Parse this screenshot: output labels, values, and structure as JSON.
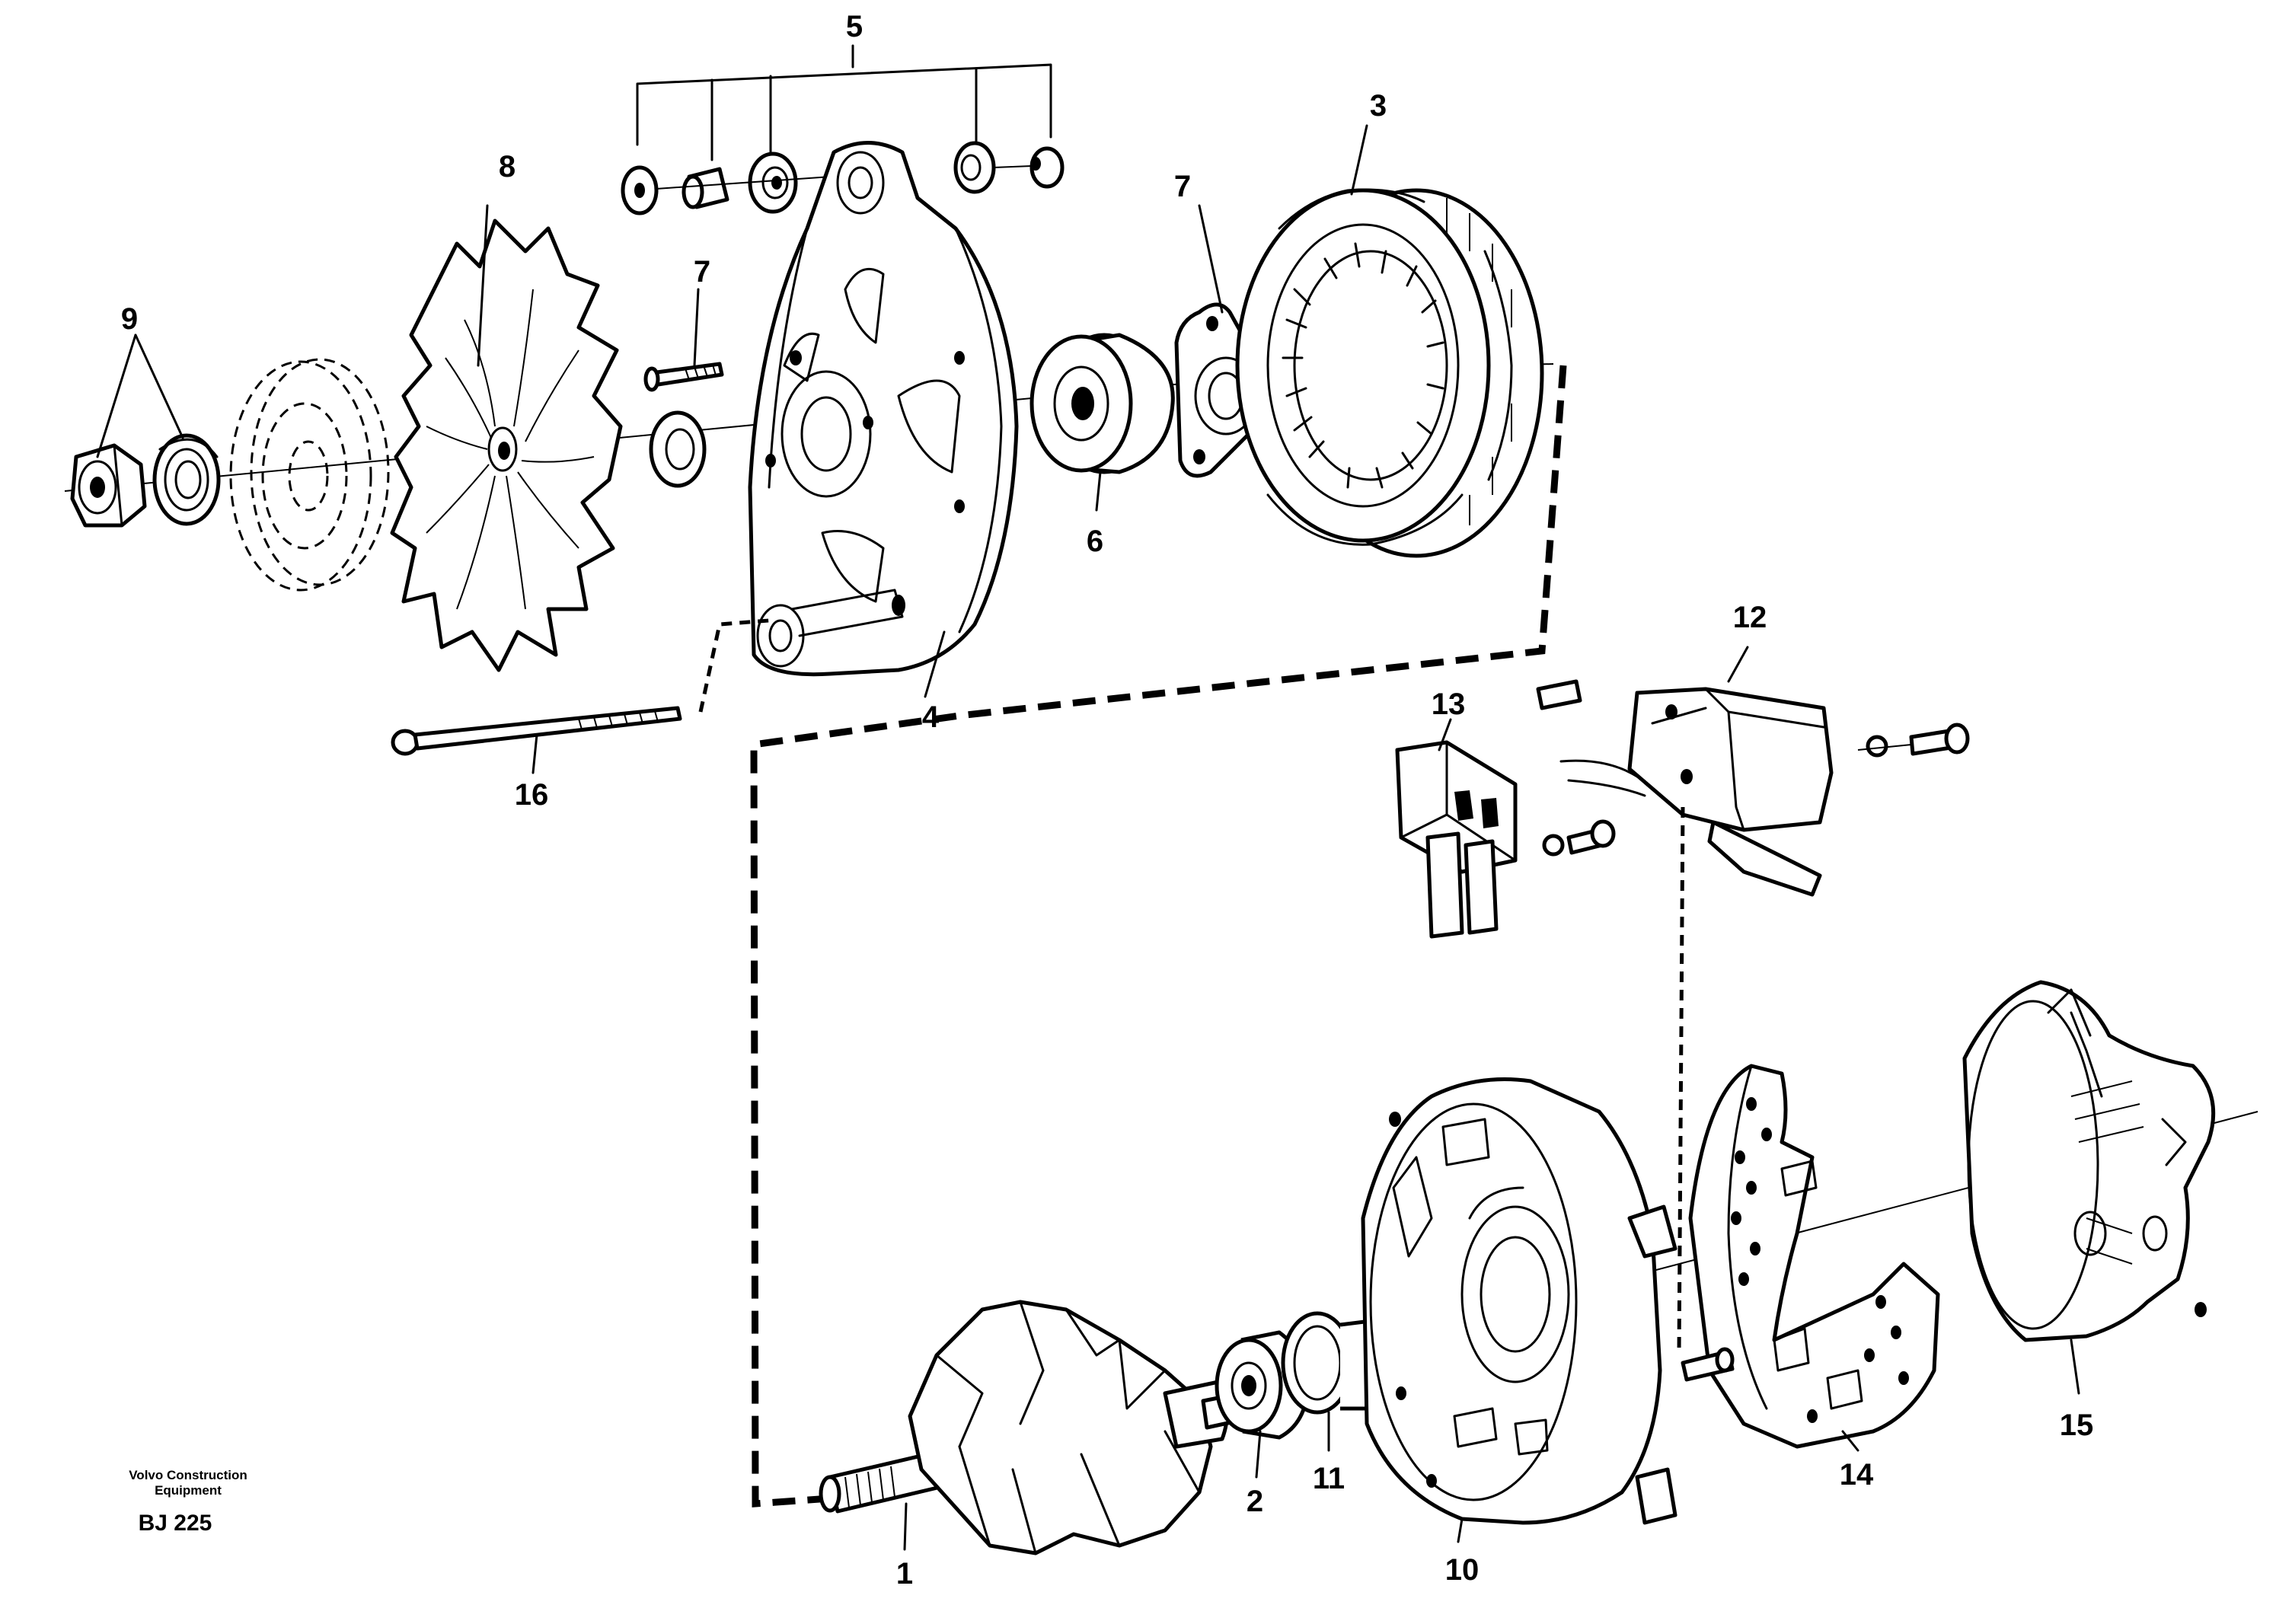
{
  "caption": {
    "company_line1": "Volvo Construction",
    "company_line2": "Equipment",
    "drawing_id": "BJ 225"
  },
  "callouts": {
    "c1": "1",
    "c2": "2",
    "c3": "3",
    "c4": "4",
    "c5": "5",
    "c6": "6",
    "c7a": "7",
    "c7b": "7",
    "c8": "8",
    "c9": "9",
    "c10": "10",
    "c11": "11",
    "c12": "12",
    "c13": "13",
    "c14": "14",
    "c15": "15",
    "c16": "16"
  }
}
